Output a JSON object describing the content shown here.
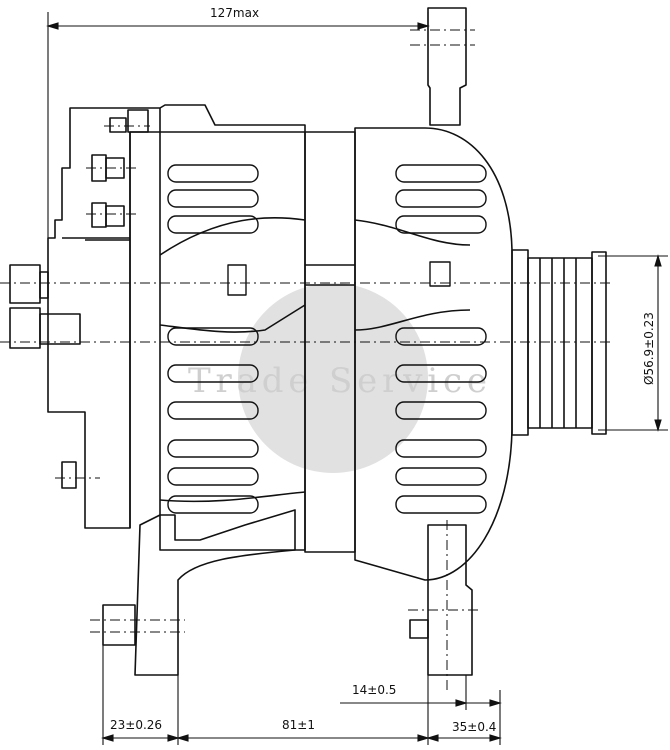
{
  "watermark": "Trade Service",
  "dimensions": {
    "overall_length": "127max",
    "pulley_diameter": "Ø56.9±0.23",
    "mount_offset": "14±0.5",
    "rear_offset": "23±0.26",
    "body_length": "81±1",
    "front_offset": "35±0.4"
  },
  "colors": {
    "line": "#111111",
    "watermark_disc": "#d9d9d9",
    "watermark_text": "#cfcfcf"
  }
}
